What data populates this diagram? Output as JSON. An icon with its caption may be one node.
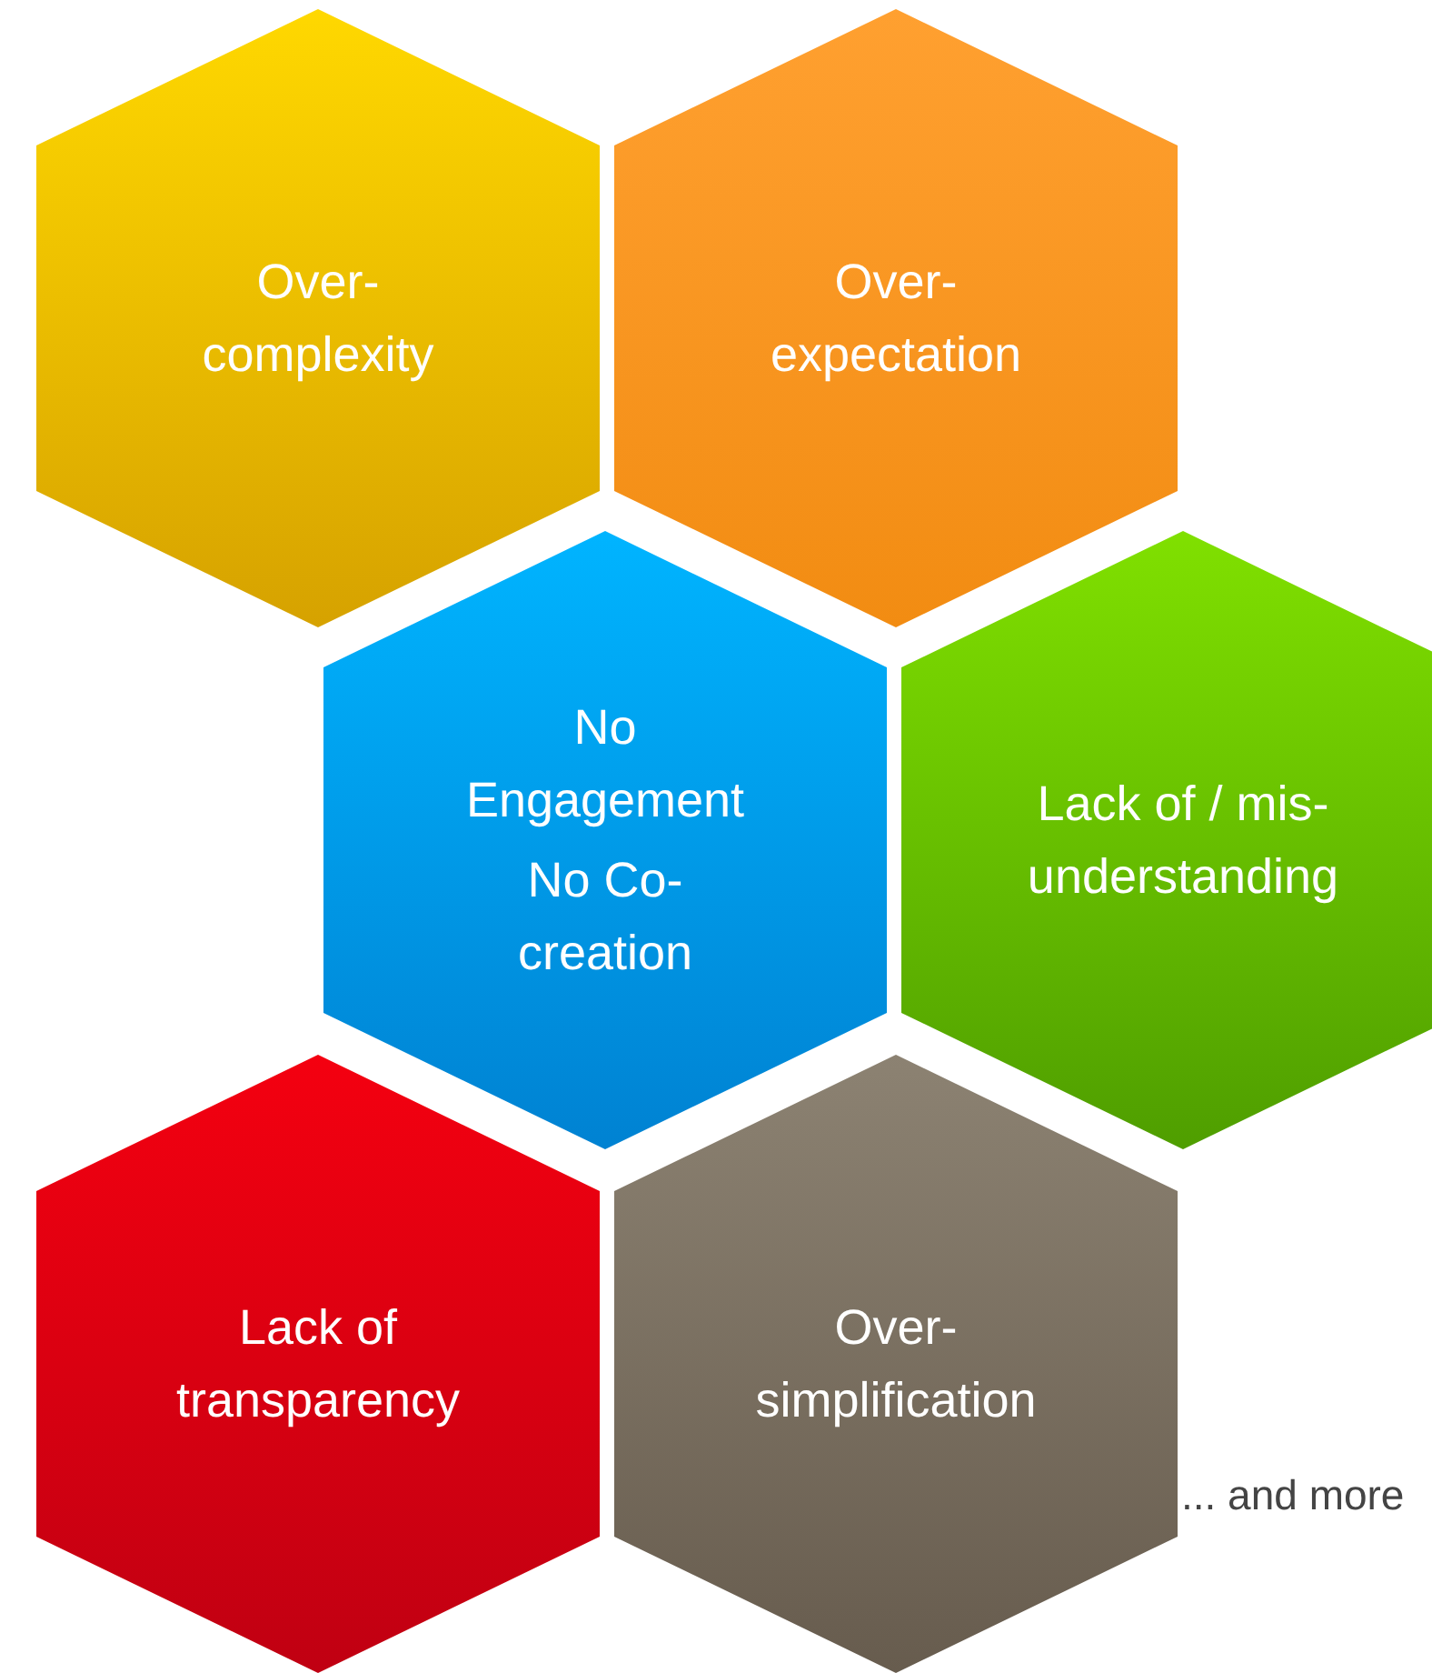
{
  "diagram": {
    "nodes": [
      {
        "text": [
          "Over- complexity"
        ]
      },
      {
        "text": [
          "Over- expectation"
        ]
      },
      {
        "text": [
          "No Engagement",
          "No Co- creation"
        ]
      },
      {
        "text": [
          "Lack of / mis- understanding"
        ]
      },
      {
        "text": [
          "Lack of transparency"
        ]
      },
      {
        "text": [
          "Over- simplification"
        ]
      }
    ],
    "labels": [
      "... and more"
    ]
  }
}
